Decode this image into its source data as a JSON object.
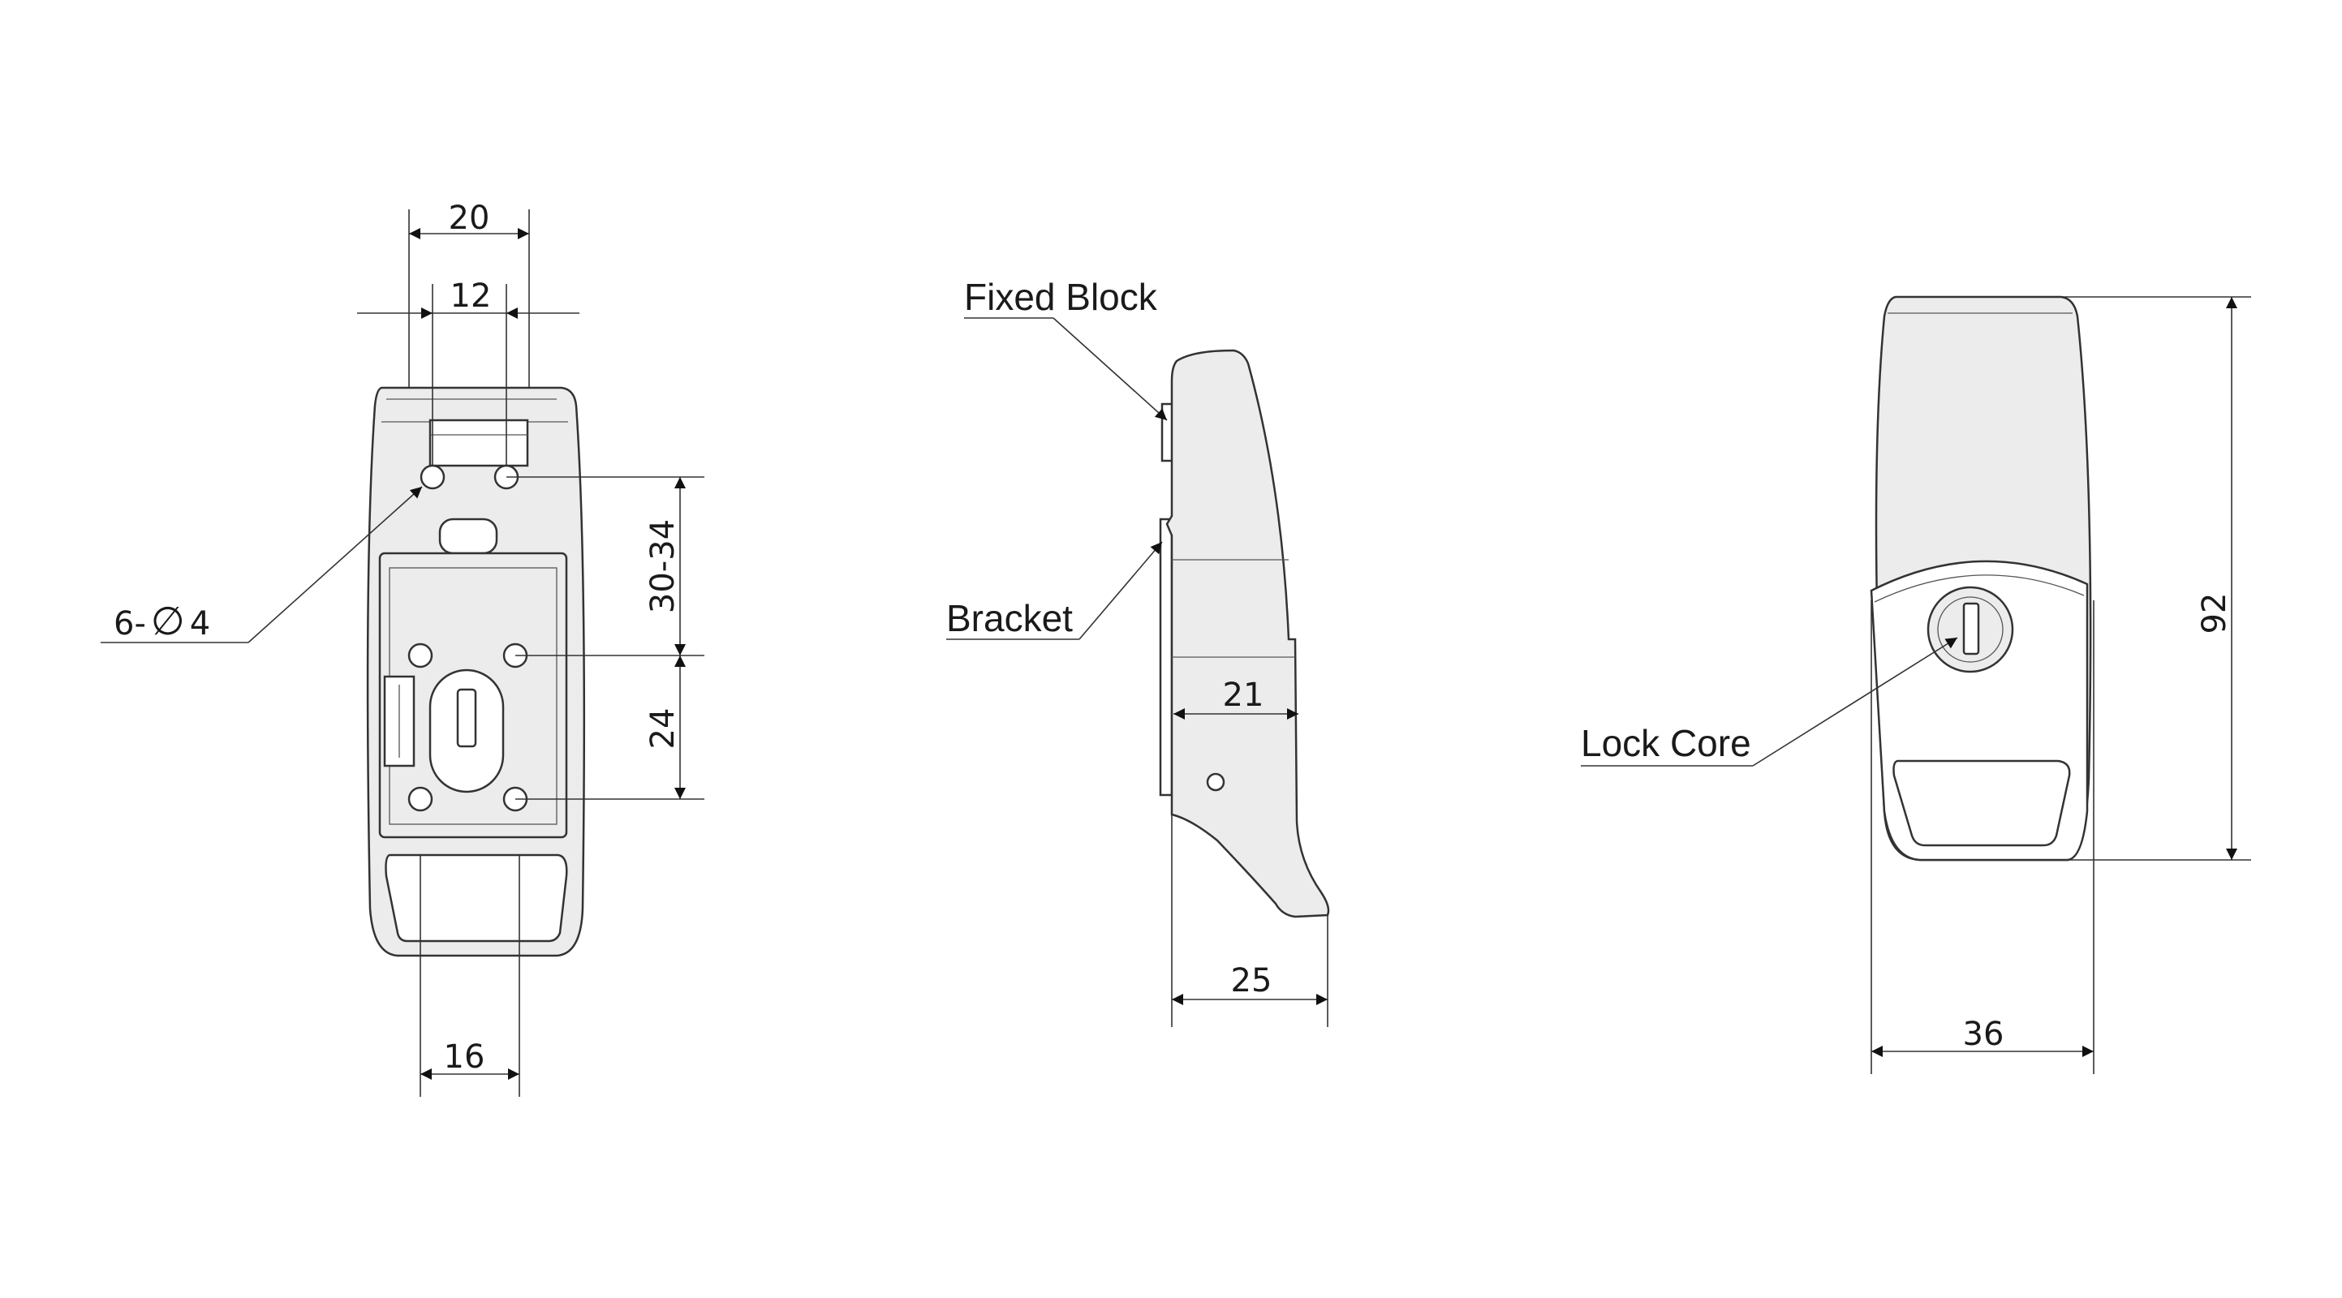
{
  "front_view": {
    "dim_top_width": "20",
    "dim_inner_width": "12",
    "dim_hole_spacing": "30-34",
    "dim_lower_spacing": "24",
    "dim_bottom_width": "16",
    "holes_note_prefix": "6-",
    "holes_note_symbol": "∅",
    "holes_note_value": "4"
  },
  "side_view": {
    "label_fixed_block": "Fixed Block",
    "label_bracket": "Bracket",
    "dim_inner_depth": "21",
    "dim_total_depth": "25"
  },
  "rear_view": {
    "label_lock_core": "Lock Core",
    "dim_height": "92",
    "dim_width": "36"
  }
}
